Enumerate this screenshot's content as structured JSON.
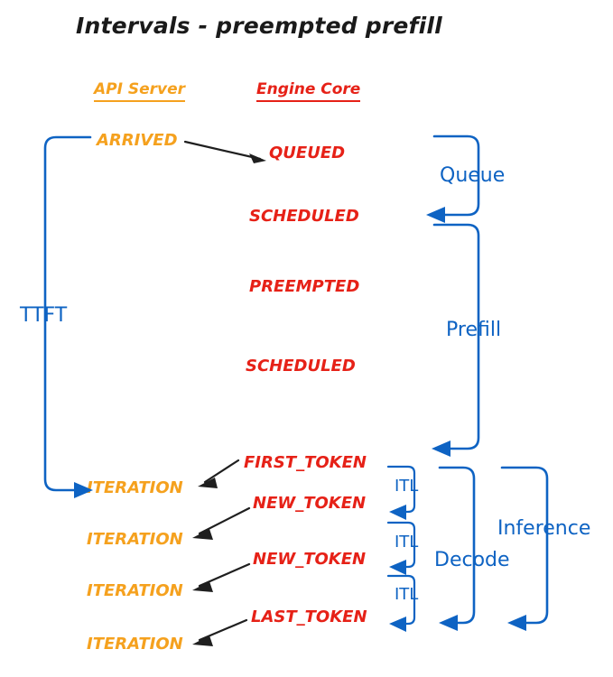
{
  "diagram": {
    "title": "Intervals - preempted prefill",
    "colors": {
      "api_server": "#F5A11E",
      "engine_core": "#E62117",
      "intervals": "#0E63C3",
      "arrow": "#1f1f1f",
      "background": "#ffffff"
    },
    "columns": [
      {
        "id": "api-server",
        "label": "API Server",
        "color": "#F5A11E"
      },
      {
        "id": "engine-core",
        "label": "Engine Core",
        "color": "#E62117"
      }
    ],
    "events": {
      "api_server": [
        {
          "id": "arrived",
          "label": "ARRIVED"
        },
        {
          "id": "iteration-1",
          "label": "ITERATION"
        },
        {
          "id": "iteration-2",
          "label": "ITERATION"
        },
        {
          "id": "iteration-3",
          "label": "ITERATION"
        },
        {
          "id": "iteration-4",
          "label": "ITERATION"
        }
      ],
      "engine_core": [
        {
          "id": "queued",
          "label": "QUEUED"
        },
        {
          "id": "scheduled-1",
          "label": "SCHEDULED"
        },
        {
          "id": "preempted",
          "label": "PREEMPTED"
        },
        {
          "id": "scheduled-2",
          "label": "SCHEDULED"
        },
        {
          "id": "first-token",
          "label": "FIRST_TOKEN"
        },
        {
          "id": "new-token-1",
          "label": "NEW_TOKEN"
        },
        {
          "id": "new-token-2",
          "label": "NEW_TOKEN"
        },
        {
          "id": "last-token",
          "label": "LAST_TOKEN"
        }
      ]
    },
    "intervals": [
      {
        "id": "ttft",
        "label": "TTFT"
      },
      {
        "id": "queue",
        "label": "Queue"
      },
      {
        "id": "prefill",
        "label": "Prefill"
      },
      {
        "id": "itl-1",
        "label": "ITL"
      },
      {
        "id": "itl-2",
        "label": "ITL"
      },
      {
        "id": "itl-3",
        "label": "ITL"
      },
      {
        "id": "decode",
        "label": "Decode"
      },
      {
        "id": "inference",
        "label": "Inference"
      }
    ]
  }
}
